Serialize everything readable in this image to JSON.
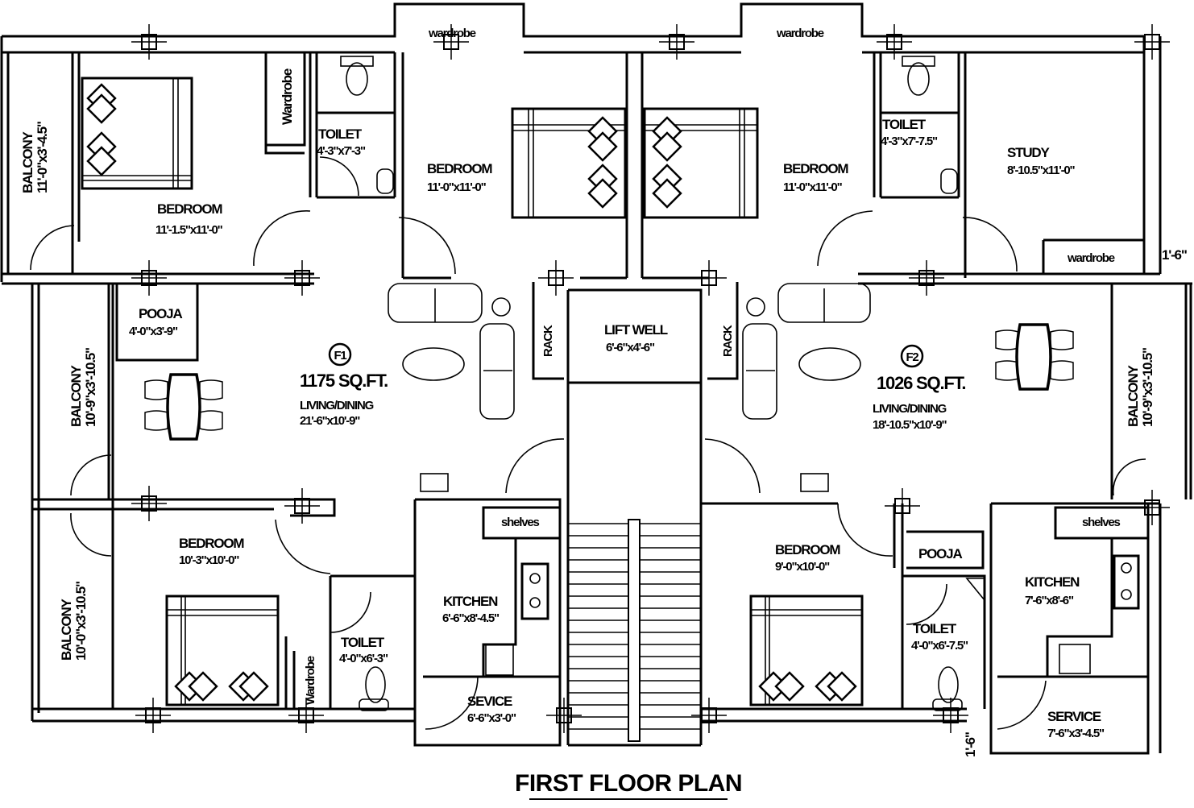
{
  "title": "FIRST FLOOR PLAN",
  "units": {
    "f1": {
      "tag": "F1",
      "area": "1175 SQ.FT."
    },
    "f2": {
      "tag": "F2",
      "area": "1026 SQ.FT."
    }
  },
  "rooms": {
    "balcony_tl": {
      "name": "BALCONY",
      "dim": "11'-0\"x3'-4.5\""
    },
    "bedroom_tl": {
      "name": "BEDROOM",
      "dim": "11'-1.5\"x11'-0\""
    },
    "wardrobe_tl": {
      "name": "Wardrobe"
    },
    "toilet_tl": {
      "name": "TOILET",
      "dim": "4'-3\"x7'-3\""
    },
    "wardrobe_top1": {
      "name": "wardrobe"
    },
    "bedroom_tc1": {
      "name": "BEDROOM",
      "dim": "11'-0\"x11'-0\""
    },
    "wardrobe_top2": {
      "name": "wardrobe"
    },
    "bedroom_tc2": {
      "name": "BEDROOM",
      "dim": "11'-0\"x11'-0\""
    },
    "toilet_tr": {
      "name": "TOILET",
      "dim": "4'-3\"x7'-7.5\""
    },
    "study": {
      "name": "STUDY",
      "dim": "8'-10.5\"x11'-0\""
    },
    "wardrobe_study": {
      "name": "wardrobe"
    },
    "offset_top": {
      "dim": "1'-6\""
    },
    "pooja_l": {
      "name": "POOJA",
      "dim": "4'-0\"x3'-9\""
    },
    "balcony_ml": {
      "name": "BALCONY",
      "dim": "10'-9\"x3'-10.5\""
    },
    "living_f1": {
      "name": "LIVING/DINING",
      "dim": "21'-6\"x10'-9\""
    },
    "rack_l": {
      "name": "RACK"
    },
    "lift": {
      "name": "LIFT WELL",
      "dim": "6'-6\"x4'-6\""
    },
    "rack_r": {
      "name": "RACK"
    },
    "living_f2": {
      "name": "LIVING/DINING",
      "dim": "18'-10.5\"x10'-9\""
    },
    "balcony_mr": {
      "name": "BALCONY",
      "dim": "10'-9\"x3'-10.5\""
    },
    "balcony_bl": {
      "name": "BALCONY",
      "dim": "10'-0\"x3'-10.5\""
    },
    "bedroom_bl": {
      "name": "BEDROOM",
      "dim": "10'-3\"x10'-0\""
    },
    "wardrobe_bl": {
      "name": "Wardrobe"
    },
    "toilet_bl": {
      "name": "TOILET",
      "dim": "4'-0\"x6'-3\""
    },
    "shelves_l": {
      "name": "shelves"
    },
    "kitchen_l": {
      "name": "KITCHEN",
      "dim": "6'-6\"x8'-4.5\""
    },
    "service_l": {
      "name": "SEVICE",
      "dim": "6'-6\"x3'-0\""
    },
    "bedroom_br": {
      "name": "BEDROOM",
      "dim": "9'-0\"x10'-0\""
    },
    "pooja_r": {
      "name": "POOJA"
    },
    "toilet_br": {
      "name": "TOILET",
      "dim": "4'-0\"x6'-7.5\""
    },
    "shelves_r": {
      "name": "shelves"
    },
    "kitchen_r": {
      "name": "KITCHEN",
      "dim": "7'-6\"x8'-6\""
    },
    "service_r": {
      "name": "SERVICE",
      "dim": "7'-6\"x3'-4.5\""
    },
    "offset_bottom": {
      "dim": "1'-6\""
    }
  }
}
